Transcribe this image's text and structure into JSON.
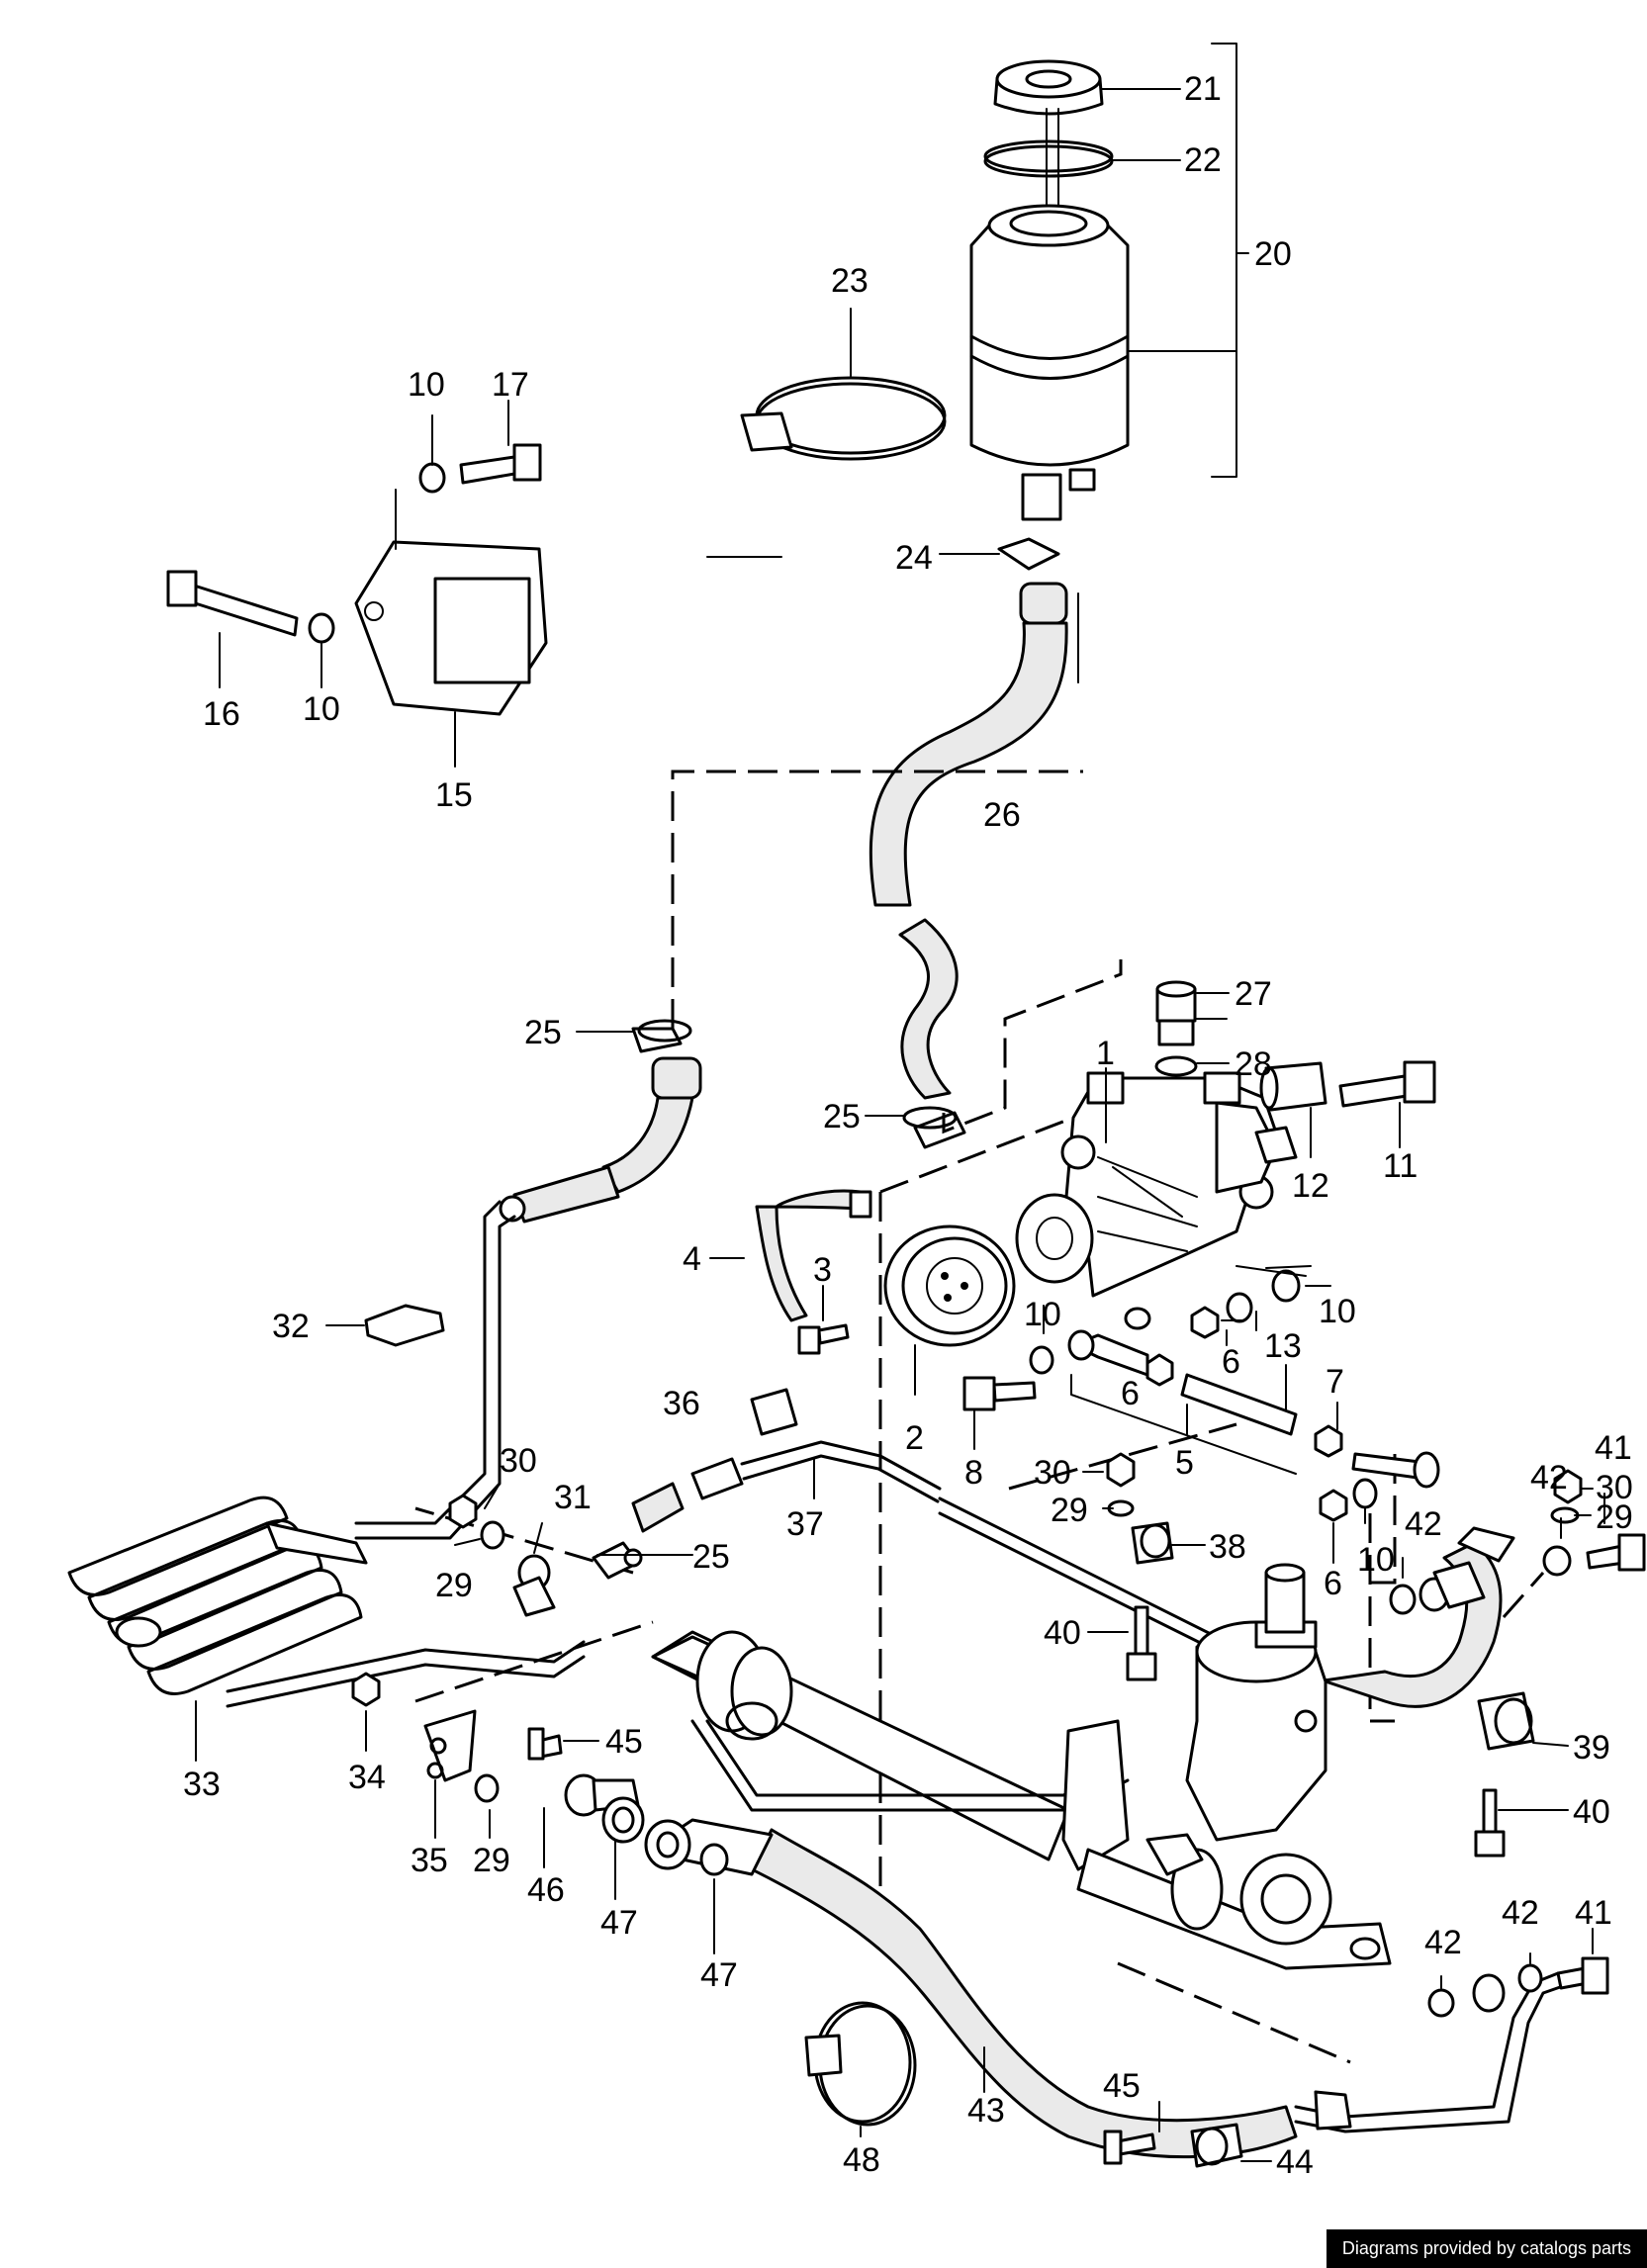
{
  "footer": "Diagrams provided by catalogs parts",
  "labels": {
    "l21": "21",
    "l22": "22",
    "l20": "20",
    "l23": "23",
    "l10a": "10",
    "l17": "17",
    "l16": "16",
    "l10b": "10",
    "l15": "15",
    "l24": "24",
    "l26": "26",
    "l27": "27",
    "l28": "28",
    "l1": "1",
    "l25a": "25",
    "l25b": "25",
    "l11": "11",
    "l12": "12",
    "l4": "4",
    "l3": "3",
    "l32": "32",
    "l10c": "10",
    "l10d": "10",
    "l6a": "6",
    "l13": "13",
    "l7": "7",
    "l6b": "6",
    "l2": "2",
    "l8": "8",
    "l5": "5",
    "l36": "36",
    "l30a": "30",
    "l29a": "29",
    "l38": "38",
    "l37": "37",
    "l30b": "30",
    "l31": "31",
    "l29b": "29",
    "l25c": "25",
    "l42a": "42",
    "l41a": "41",
    "l6c": "6",
    "l10e": "10",
    "l42b": "42",
    "l30c": "30",
    "l29c": "29",
    "l40a": "40",
    "l33": "33",
    "l34": "34",
    "l45a": "45",
    "l35": "35",
    "l29d": "29",
    "l46": "46",
    "l47a": "47",
    "l47b": "47",
    "l39": "39",
    "l40b": "40",
    "l42c": "42",
    "l42d": "42",
    "l41b": "41",
    "l43": "43",
    "l48": "48",
    "l45b": "45",
    "l44": "44"
  }
}
